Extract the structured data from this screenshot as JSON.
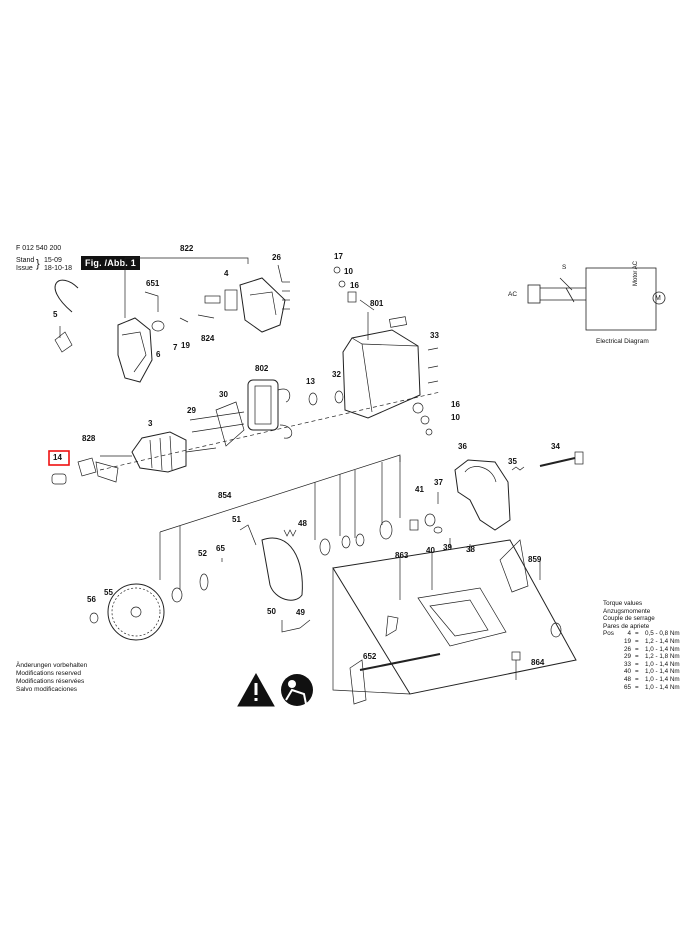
{
  "header": {
    "part_number": "F 012 540 200",
    "stand_label": "Stand",
    "issue_label": "Issue",
    "stand_value": "15-09",
    "issue_value": "18-10-18",
    "figure_label": "Fig. /Abb. 1"
  },
  "callouts": {
    "c822": "822",
    "c26": "26",
    "c17": "17",
    "c10a": "10",
    "c16a": "16",
    "c651": "651",
    "c4": "4",
    "c801": "801",
    "c5": "5",
    "c7": "7",
    "c824": "824",
    "c6": "6",
    "c19": "19",
    "c33": "33",
    "c802": "802",
    "c13": "13",
    "c32": "32",
    "c30": "30",
    "c29": "29",
    "c16b": "16",
    "c10b": "10",
    "c3": "3",
    "c828": "828",
    "c36": "36",
    "c34": "34",
    "c14": "14",
    "c35": "35",
    "c37": "37",
    "c41": "41",
    "c854": "854",
    "c51": "51",
    "c48": "48",
    "c40": "40",
    "c39": "39",
    "c38": "38",
    "c65": "65",
    "c52": "52",
    "c863": "863",
    "c859": "859",
    "c55": "55",
    "c56": "56",
    "c50": "50",
    "c49": "49",
    "c652": "652",
    "c864": "864"
  },
  "electrical": {
    "s_label": "S",
    "ac_label": "AC",
    "motor_label": "Motor AC",
    "m_symbol": "M",
    "caption": "Electrical Diagram"
  },
  "disclaimer": [
    "Änderungen vorbehalten",
    "Modifications reserved",
    "Modifications réservées",
    "Salvo modificaciones"
  ],
  "torque": {
    "titles": [
      "Torque values",
      "Anzugsmomente",
      "Couple de serrage",
      "Pares de apriete"
    ],
    "pos_label": "Pos",
    "rows": [
      {
        "pos": "4",
        "value": "0,5 - 0,8 Nm"
      },
      {
        "pos": "19",
        "value": "1,2 - 1,4 Nm"
      },
      {
        "pos": "26",
        "value": "1,0 - 1,4 Nm"
      },
      {
        "pos": "29",
        "value": "1,2 - 1,8 Nm"
      },
      {
        "pos": "33",
        "value": "1,0 - 1,4 Nm"
      },
      {
        "pos": "40",
        "value": "1,0 - 1,4 Nm"
      },
      {
        "pos": "48",
        "value": "1,0 - 1,4 Nm"
      },
      {
        "pos": "65",
        "value": "1,0 - 1,4 Nm"
      }
    ]
  },
  "highlight_color": "#e11111"
}
